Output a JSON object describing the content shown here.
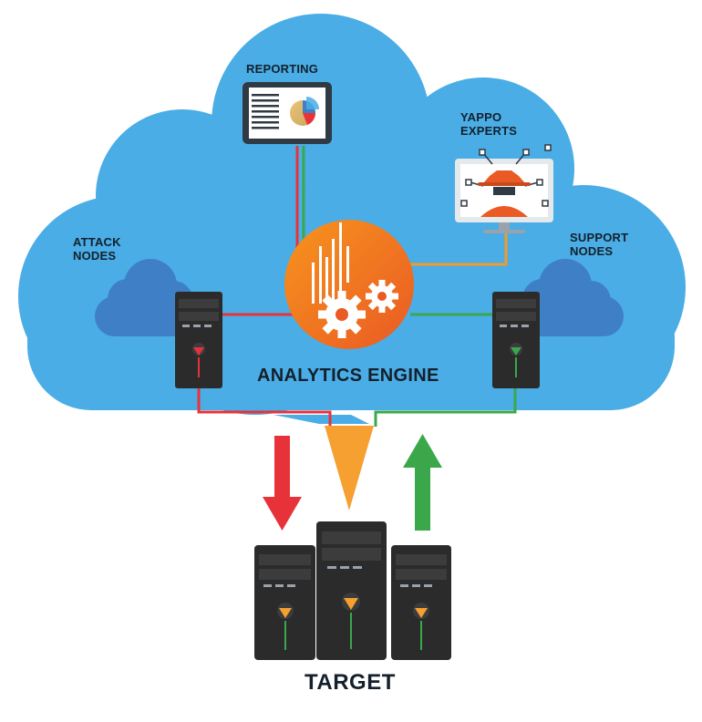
{
  "labels": {
    "reporting": "REPORTING",
    "experts_line1": "YAPPO",
    "experts_line2": "EXPERTS",
    "attack_line1": "ATTACK",
    "attack_line2": "NODES",
    "support_line1": "SUPPORT",
    "support_line2": "NODES",
    "engine": "ANALYTICS ENGINE",
    "target": "TARGET"
  },
  "colors": {
    "cloud": "#4aade6",
    "small_cloud": "#3f7fc6",
    "attack": "#e8323a",
    "support": "#3aa84a",
    "expert_link": "#f39a2a",
    "engine_gradient_start": "#f7941d",
    "engine_gradient_end": "#ea5a24",
    "server_body": "#2b2b2b",
    "funnel": "#f5a030"
  },
  "icons": {
    "reporting": "tablet-report-icon",
    "experts": "hacker-monitor-icon",
    "engine": "analytics-gears-icon",
    "attack_server": "server-icon",
    "support_server": "server-icon",
    "target_servers": "server-icon",
    "down_arrow": "arrow-down-icon",
    "up_arrow": "arrow-up-icon"
  }
}
